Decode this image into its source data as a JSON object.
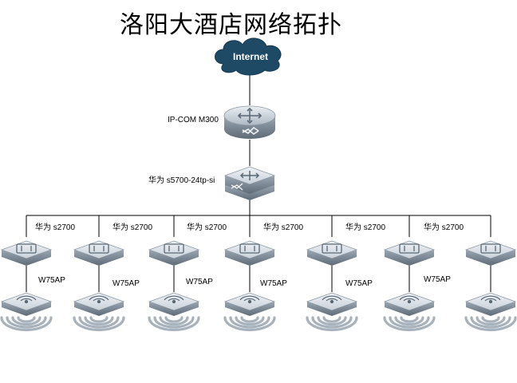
{
  "title": "洛阳大酒店网络拓扑",
  "internet": {
    "label": "Internet"
  },
  "router": {
    "label": "IP-COM  M300"
  },
  "core_switch": {
    "label": "华为  s5700-24tp-si"
  },
  "access_switches": [
    {
      "label": "华为 s2700"
    },
    {
      "label": "华为 s2700"
    },
    {
      "label": "华为 s2700"
    },
    {
      "label": "华为 s2700"
    },
    {
      "label": "华为 s2700"
    },
    {
      "label": "华为 s2700"
    },
    {
      "label": ""
    }
  ],
  "access_points": [
    {
      "label": "W75AP"
    },
    {
      "label": "W75AP"
    },
    {
      "label": "W75AP"
    },
    {
      "label": "W75AP"
    },
    {
      "label": "W75AP"
    },
    {
      "label": "W75AP"
    },
    {
      "label": ""
    }
  ],
  "colors": {
    "device_top": "#dde3ea",
    "device_side": "#7f8c99",
    "cloud": "#1f4a66",
    "link": "#000000",
    "wave": "#a8b2bc"
  }
}
